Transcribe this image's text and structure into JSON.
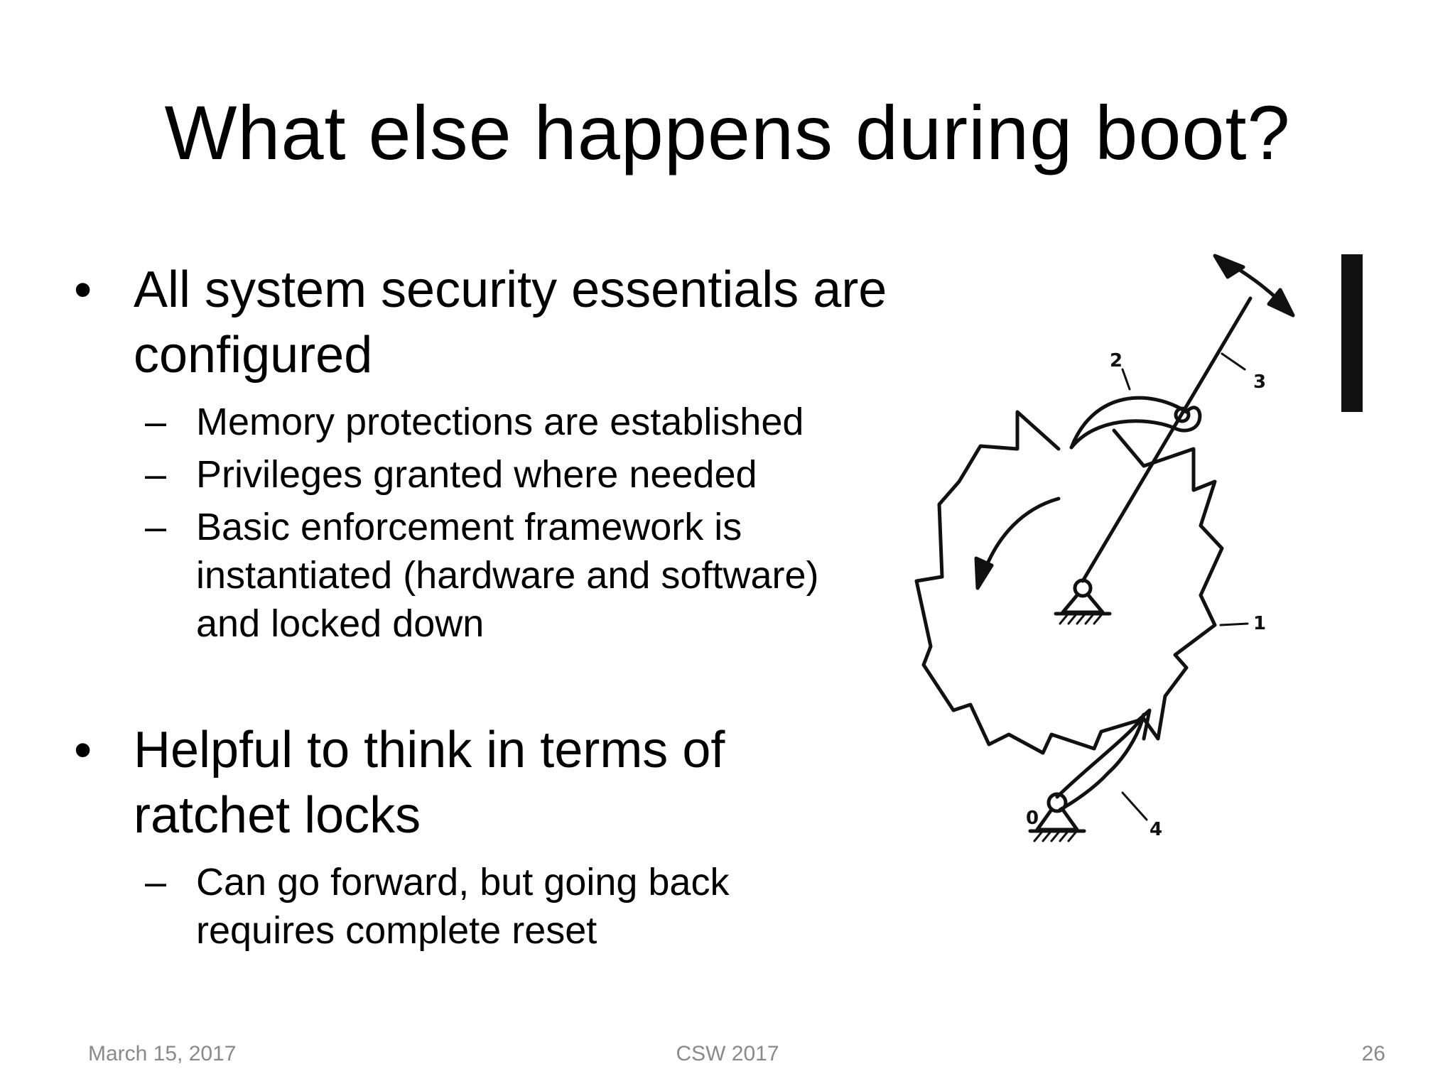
{
  "slide": {
    "title": "What else happens during boot?",
    "bullets": [
      {
        "text": "All system security essentials are configured",
        "sub": [
          "Memory protections are established",
          "Privileges granted where needed",
          "Basic enforcement framework is instantiated (hardware and software) and locked down"
        ]
      },
      {
        "text": "Helpful to think in terms of ratchet locks",
        "sub": [
          "Can go forward, but going back requires complete reset"
        ]
      }
    ],
    "bullet_glyph": "•",
    "sub_glyph": "–"
  },
  "figure": {
    "labels": [
      "0",
      "1",
      "2",
      "3",
      "4"
    ]
  },
  "footer": {
    "date": "March 15, 2017",
    "event": "CSW 2017",
    "page": "26"
  }
}
